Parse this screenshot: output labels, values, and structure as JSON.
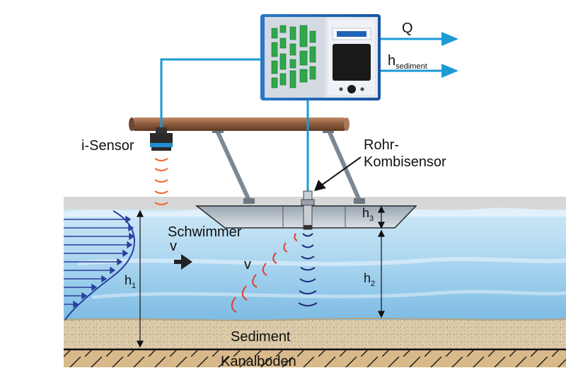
{
  "labels": {
    "q": "Q",
    "h_sediment_main": "h",
    "h_sediment_sub": "sediment",
    "i_sensor": "i-Sensor",
    "rohr_line1": "Rohr-",
    "rohr_line2": "Kombisensor",
    "schwimmer": "Schwimmer",
    "v_float": "v",
    "v_water": "v",
    "h1_main": "h",
    "h1_sub": "1",
    "h2_main": "h",
    "h2_sub": "2",
    "h3_main": "h",
    "h3_sub": "3",
    "sediment": "Sediment",
    "kanalboden": "Kanalboden"
  },
  "colors": {
    "water_top": "#bfe0f3",
    "water_bottom": "#7fbfe6",
    "cable": "#1b9ad6",
    "output_arrow": "#1b9ad6",
    "sediment": "#d9c8a6",
    "pipe": "#8a5a3c",
    "device_body": "#dfe4ea",
    "device_frame": "#1e63b5",
    "display": "#1a1a1a",
    "leds": "#2fa84a",
    "ultrasonic_red": "#e23a2a",
    "ultrasonic_orange": "#ef6a2c",
    "ultrasonic_blue": "#1f2a7a",
    "velocity_profile": "#2b3e9e",
    "arrow_dark": "#222222"
  },
  "icons": {
    "flow_direction": "right-arrow-icon",
    "device": "transmitter-icon",
    "sensor": "ultrasonic-sensor-icon"
  }
}
